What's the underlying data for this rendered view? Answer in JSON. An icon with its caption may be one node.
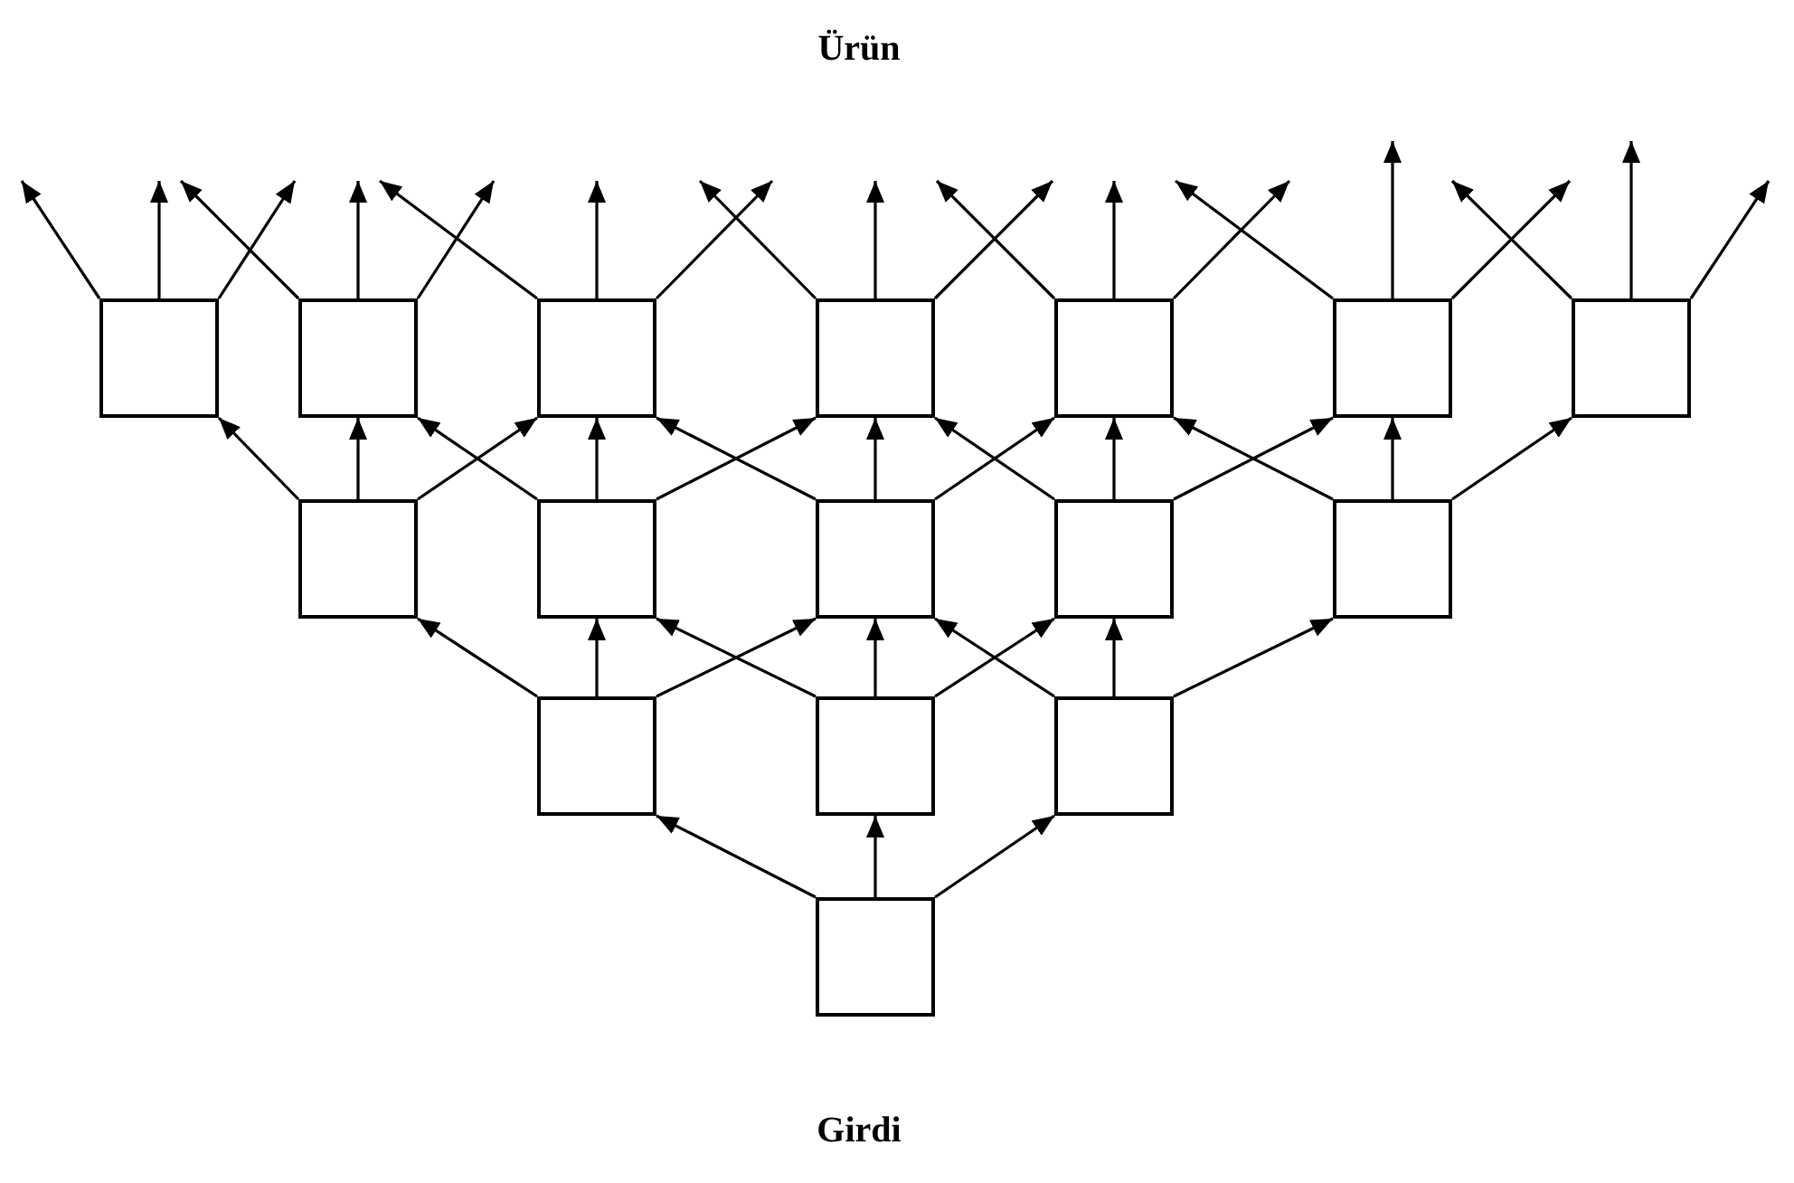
{
  "diagram": {
    "nodes": [
      {
        "text": [],
        "shape": "box"
      },
      {
        "text": [],
        "shape": "box"
      },
      {
        "text": [],
        "shape": "box"
      },
      {
        "text": [],
        "shape": "box"
      },
      {
        "text": [],
        "shape": "box"
      },
      {
        "text": [],
        "shape": "box"
      },
      {
        "text": [],
        "shape": "box"
      },
      {
        "text": [],
        "shape": "box"
      },
      {
        "text": [],
        "shape": "box"
      },
      {
        "text": [],
        "shape": "box"
      },
      {
        "text": [],
        "shape": "box"
      },
      {
        "text": [],
        "shape": "box"
      },
      {
        "text": [],
        "shape": "box"
      },
      {
        "text": [],
        "shape": "box"
      },
      {
        "text": [],
        "shape": "box"
      },
      {
        "text": [],
        "shape": "box"
      }
    ],
    "edges": [
      {
        "from": 0,
        "to": null,
        "arrow": "to"
      },
      {
        "from": 0,
        "to": null,
        "arrow": "to"
      },
      {
        "from": 0,
        "to": null,
        "arrow": "to"
      },
      {
        "from": 1,
        "to": null,
        "arrow": "to"
      },
      {
        "from": 1,
        "to": null,
        "arrow": "to"
      },
      {
        "from": 1,
        "to": null,
        "arrow": "to"
      },
      {
        "from": 2,
        "to": null,
        "arrow": "to"
      },
      {
        "from": 2,
        "to": null,
        "arrow": "to"
      },
      {
        "from": 2,
        "to": null,
        "arrow": "to"
      },
      {
        "from": 3,
        "to": null,
        "arrow": "to"
      },
      {
        "from": 3,
        "to": null,
        "arrow": "to"
      },
      {
        "from": 3,
        "to": null,
        "arrow": "to"
      },
      {
        "from": 4,
        "to": null,
        "arrow": "to"
      },
      {
        "from": 4,
        "to": null,
        "arrow": "to"
      },
      {
        "from": 4,
        "to": null,
        "arrow": "to"
      },
      {
        "from": 5,
        "to": null,
        "arrow": "to"
      },
      {
        "from": 5,
        "to": null,
        "arrow": "to"
      },
      {
        "from": 5,
        "to": null,
        "arrow": "to"
      },
      {
        "from": 6,
        "to": null,
        "arrow": "to"
      },
      {
        "from": 6,
        "to": null,
        "arrow": "to"
      },
      {
        "from": 6,
        "to": null,
        "arrow": "to"
      },
      {
        "from": 7,
        "to": 0,
        "arrow": "to"
      },
      {
        "from": 7,
        "to": 1,
        "arrow": "to"
      },
      {
        "from": 7,
        "to": 2,
        "arrow": "to"
      },
      {
        "from": 8,
        "to": 1,
        "arrow": "to"
      },
      {
        "from": 8,
        "to": 2,
        "arrow": "to"
      },
      {
        "from": 8,
        "to": 3,
        "arrow": "to"
      },
      {
        "from": 9,
        "to": 2,
        "arrow": "to"
      },
      {
        "from": 9,
        "to": 3,
        "arrow": "to"
      },
      {
        "from": 9,
        "to": 4,
        "arrow": "to"
      },
      {
        "from": 10,
        "to": 3,
        "arrow": "to"
      },
      {
        "from": 10,
        "to": 4,
        "arrow": "to"
      },
      {
        "from": 10,
        "to": 5,
        "arrow": "to"
      },
      {
        "from": 11,
        "to": 4,
        "arrow": "to"
      },
      {
        "from": 11,
        "to": 5,
        "arrow": "to"
      },
      {
        "from": 11,
        "to": 6,
        "arrow": "to"
      },
      {
        "from": 12,
        "to": 7,
        "arrow": "to"
      },
      {
        "from": 12,
        "to": 8,
        "arrow": "to"
      },
      {
        "from": 12,
        "to": 9,
        "arrow": "to"
      },
      {
        "from": 13,
        "to": 8,
        "arrow": "to"
      },
      {
        "from": 13,
        "to": 9,
        "arrow": "to"
      },
      {
        "from": 13,
        "to": 10,
        "arrow": "to"
      },
      {
        "from": 14,
        "to": 9,
        "arrow": "to"
      },
      {
        "from": 14,
        "to": 10,
        "arrow": "to"
      },
      {
        "from": 14,
        "to": 11,
        "arrow": "to"
      },
      {
        "from": 15,
        "to": 12,
        "arrow": "to"
      },
      {
        "from": 15,
        "to": 13,
        "arrow": "to"
      },
      {
        "from": 15,
        "to": 14,
        "arrow": "to"
      }
    ],
    "labels": [
      "Ürün",
      "Girdi"
    ]
  }
}
